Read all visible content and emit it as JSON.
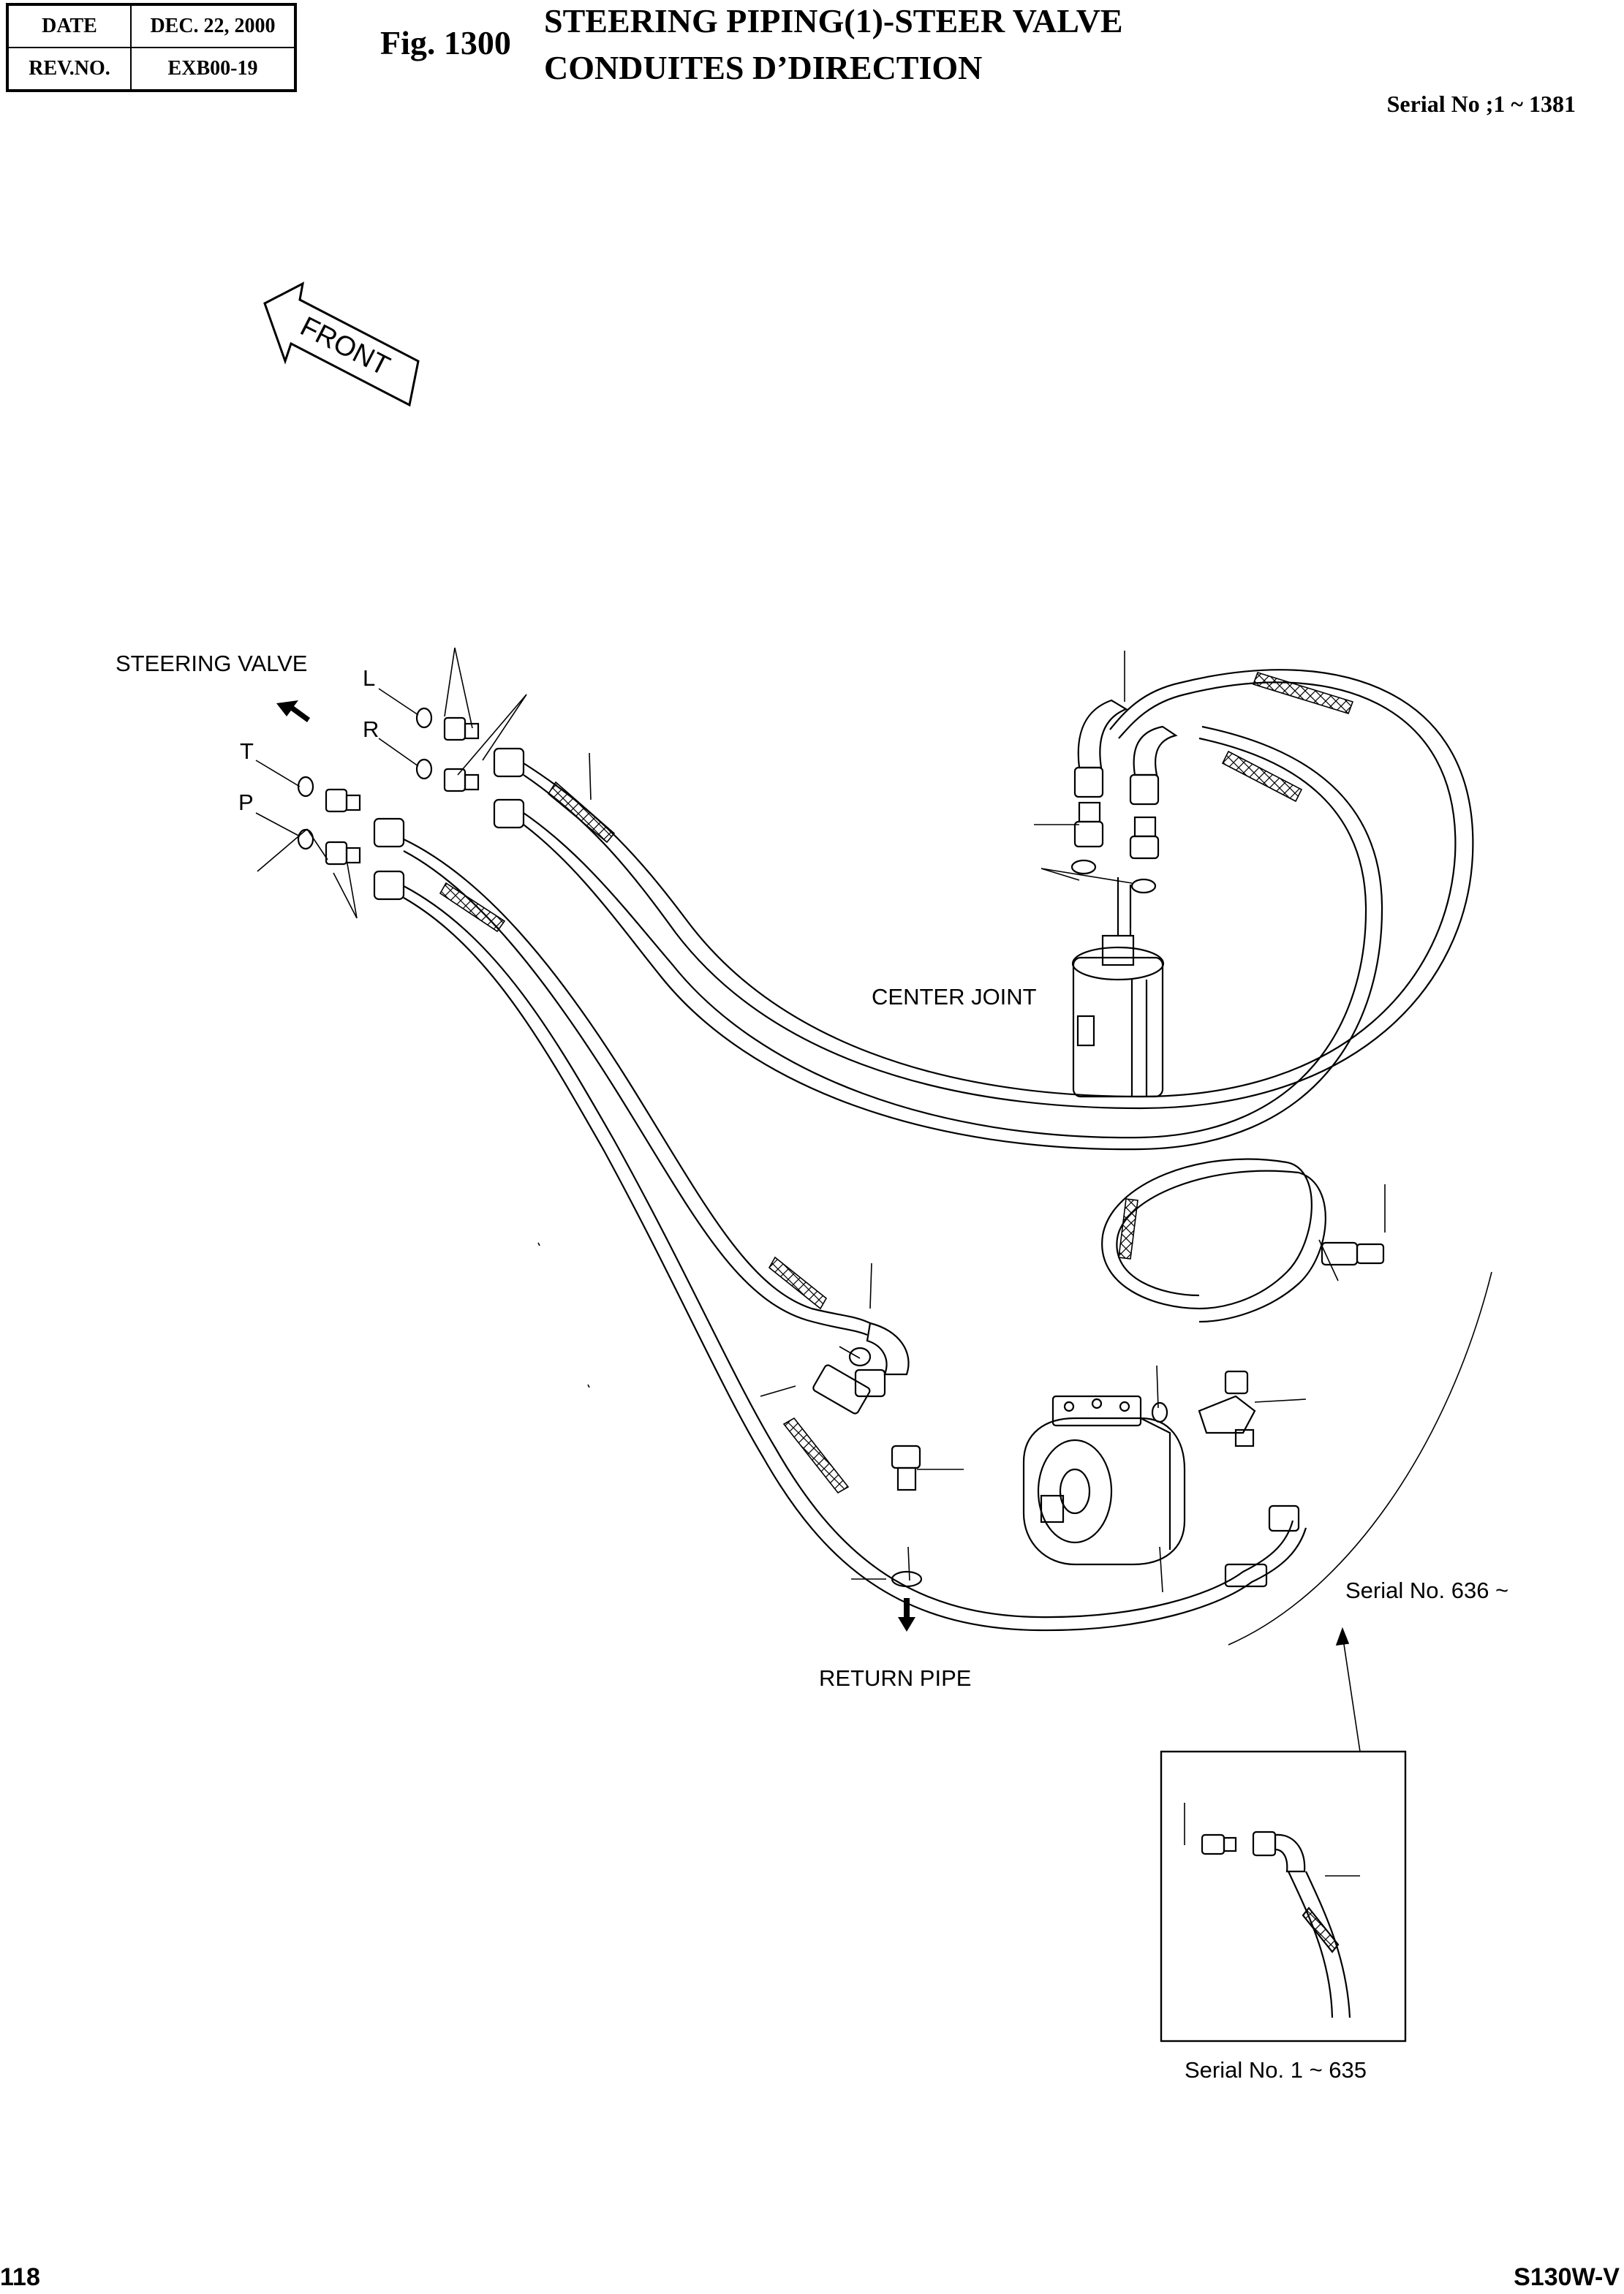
{
  "header": {
    "date_label": "DATE",
    "date_value": "DEC. 22, 2000",
    "rev_label": "REV.NO.",
    "rev_value": "EXB00-19",
    "fig_number": "Fig. 1300",
    "title_en": "STEERING PIPING(1)-STEER VALVE",
    "title_fr": "CONDUITES D’DIRECTION",
    "serial_range": "Serial No ;1 ~ 1381"
  },
  "diagram": {
    "front_arrow": "FRONT",
    "labels": {
      "steering_valve": "STEERING VALVE",
      "port_l": "L",
      "port_r": "R",
      "port_t": "T",
      "port_p": "P",
      "center_joint": "CENTER JOINT",
      "return_pipe": "RETURN PIPE",
      "serial_636": "Serial No. 636 ~",
      "serial_1_635": "Serial No. 1 ~ 635"
    }
  },
  "footer": {
    "page_number": "118",
    "model": "S130W-V"
  }
}
